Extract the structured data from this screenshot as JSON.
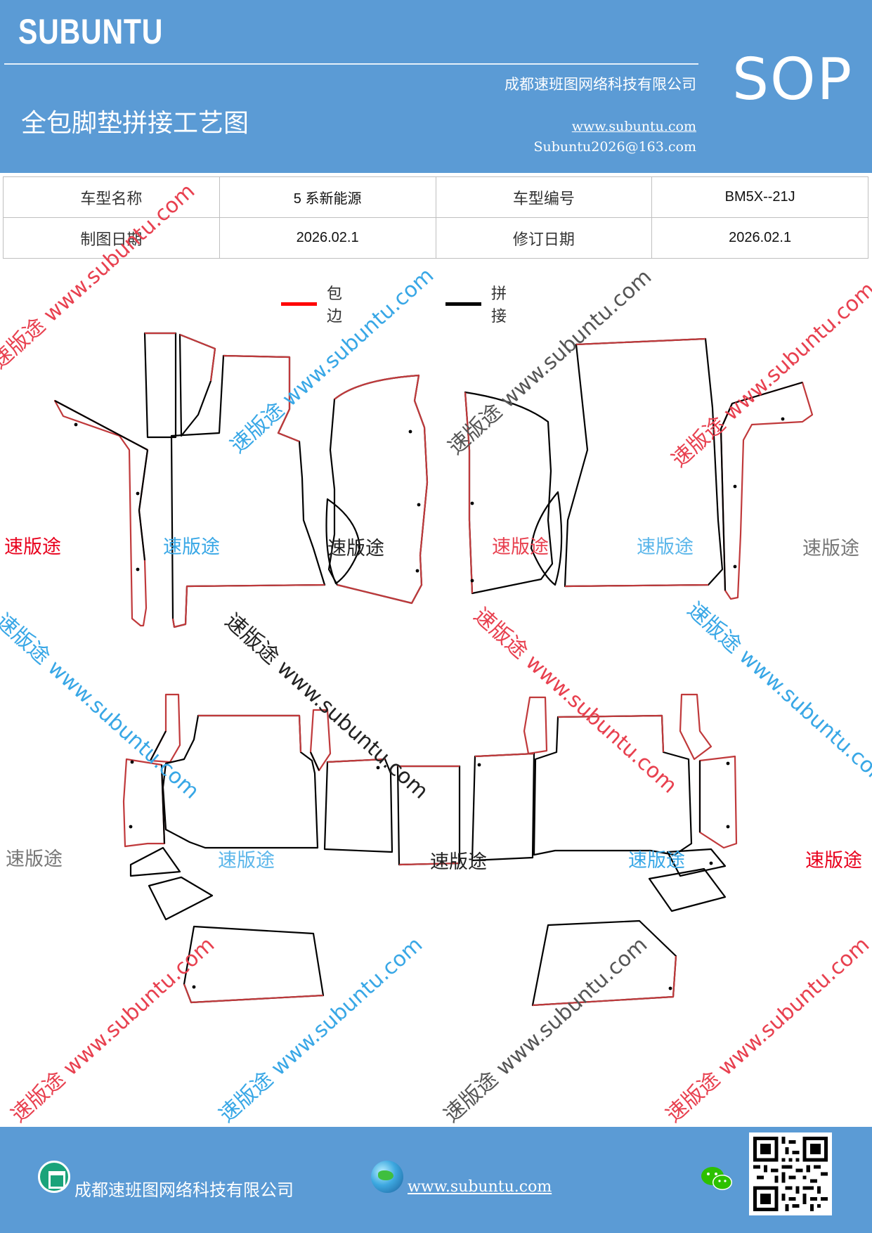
{
  "header": {
    "brand": "SUBUNTU",
    "code": "SOP",
    "title": "全包脚垫拼接工艺图",
    "company": "成都速班图网络科技有限公司",
    "website": "www.subuntu.com",
    "email": "Subuntu2026@163.com"
  },
  "info": {
    "row1": {
      "model_name_label": "车型名称",
      "model_name_value": "5 系新能源",
      "model_code_label": "车型编号",
      "model_code_value": "BM5X--21J"
    },
    "row2": {
      "draw_date_label": "制图日期",
      "draw_date_value": "2026.02.1",
      "revise_date_label": "修订日期",
      "revise_date_value": "2026.02.1"
    }
  },
  "legend": {
    "edge": {
      "label": "包边",
      "color": "#ff0000"
    },
    "seam": {
      "label": "拼接",
      "color": "#000000"
    }
  },
  "watermarks": {
    "diagonal": "速版途 www.subuntu.com",
    "plain": "速版途"
  },
  "colors": {
    "brand_blue": "#5b9bd5",
    "edge_red": "#c0393b",
    "wm_red": "#e8404f",
    "wm_blue": "#38a7e6",
    "wm_gray": "#777777"
  },
  "footer": {
    "company": "成都速班图网络科技有限公司",
    "website": "www.subuntu.com",
    "icons": [
      "home-icon",
      "globe-icon",
      "wechat-icon",
      "qr-code"
    ]
  }
}
